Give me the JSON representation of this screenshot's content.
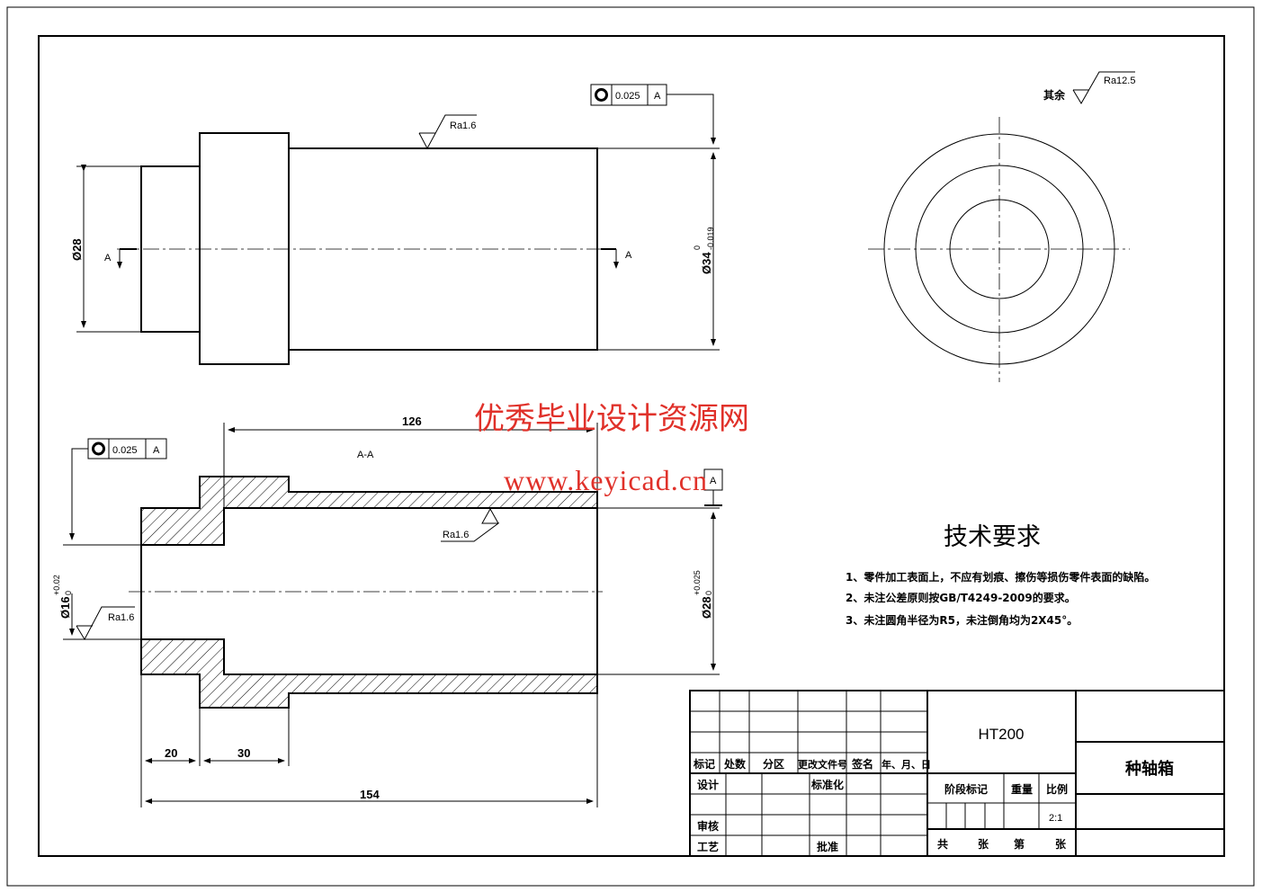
{
  "colors": {
    "line": "#000000",
    "watermark": "#e0312a"
  },
  "front_view": {
    "dia_left": "Ø28",
    "dia_main": "Ø34",
    "dia_main_upper": "0",
    "dia_main_lower": "-0.019",
    "section_mark": "A",
    "runout": {
      "symbol": "circular-runout-icon",
      "value": "0.025",
      "datum": "A"
    },
    "roughness": "Ra1.6"
  },
  "side_view": {
    "other_label": "其余",
    "roughness": "Ra12.5"
  },
  "section_view": {
    "title": "A-A",
    "dim_126": "126",
    "dim_20": "20",
    "dim_30": "30",
    "dim_154": "154",
    "dia_bore_small": "Ø16",
    "dia_bore_small_upper": "+0.02",
    "dia_bore_small_lower": "0",
    "dia_bore_main": "Ø28",
    "dia_bore_main_upper": "+0.025",
    "dia_bore_main_lower": "0",
    "datum": "A",
    "runout": {
      "symbol": "circular-runout-icon",
      "value": "0.025",
      "datum": "A"
    },
    "roughness_bore": "Ra1.6",
    "roughness_small": "Ra1.6"
  },
  "watermark": {
    "line1": "优秀毕业设计资源网",
    "line2": "www.keyicad.cn"
  },
  "tech_requirements": {
    "title": "技术要求",
    "items": [
      "1、零件加工表面上，不应有划痕、擦伤等损伤零件表面的缺陷。",
      "2、未注公差原则按GB/T4249-2009的要求。",
      "3、未注圆角半径为R5，未注倒角均为2X45°。"
    ]
  },
  "title_block": {
    "header": [
      "标记",
      "处数",
      "分区",
      "更改文件号",
      "签名",
      "年、月、日"
    ],
    "design": "设计",
    "standardize": "标准化",
    "review": "审核",
    "process": "工艺",
    "approve": "批准",
    "material": "HT200",
    "stage_mark": "阶段标记",
    "weight": "重量",
    "scale_label": "比例",
    "scale": "2:1",
    "total": "共",
    "sheets1": "张",
    "sheet_no": "第",
    "sheets2": "张",
    "part_name": "种轴箱"
  }
}
